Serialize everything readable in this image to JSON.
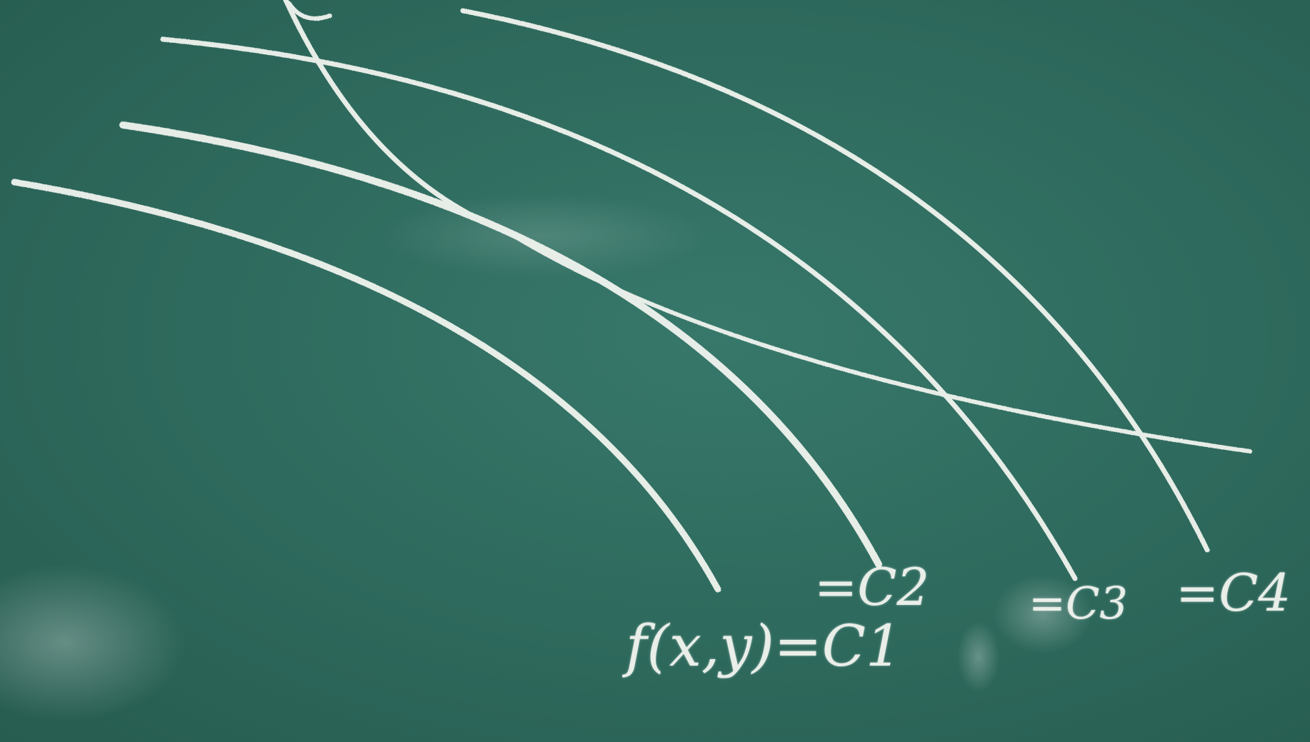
{
  "scene": {
    "board_color": "#2f6a5d",
    "chalk_color": "#f1f4ef"
  },
  "labels": {
    "c1": "f(x,y)=C1",
    "c2": "=C2",
    "c3": "=C3",
    "c4": "=C4"
  }
}
